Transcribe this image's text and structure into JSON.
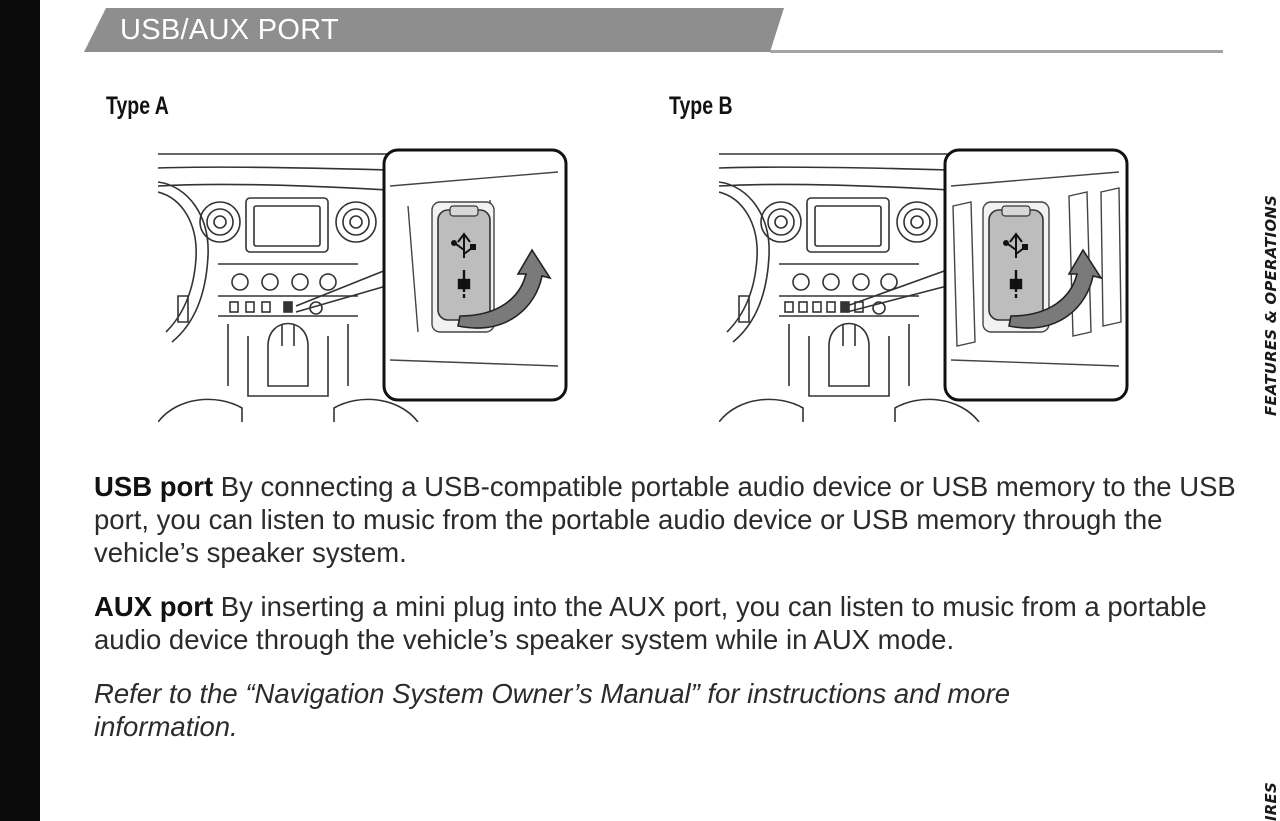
{
  "header": {
    "title": "USB/AUX PORT"
  },
  "figures": {
    "type_a_label": "Type A",
    "type_b_label": "Type B",
    "usb_symbol": "usb-icon",
    "aux_symbol": "aux-plug-icon"
  },
  "body": {
    "usb": {
      "term": "USB port",
      "text": " By connecting a USB-compatible portable audio device or USB memory to the USB port, you can listen to music from the portable audio device or USB memory through the vehicle’s speaker system."
    },
    "aux": {
      "term": "AUX port",
      "text": " By inserting a mini plug into the AUX port, you can listen to music from a portable audio device through the vehicle’s speaker system while in AUX mode."
    },
    "refer": "Refer to the “Navigation System Owner’s Manual” for instructions and more information."
  },
  "side_tabs": {
    "current": "FEATURES & OPERATIONS",
    "next": "IRES"
  },
  "colors": {
    "header_band": "#8e8e8e",
    "rule": "#a3a3a3",
    "text": "#2b2b2b"
  }
}
